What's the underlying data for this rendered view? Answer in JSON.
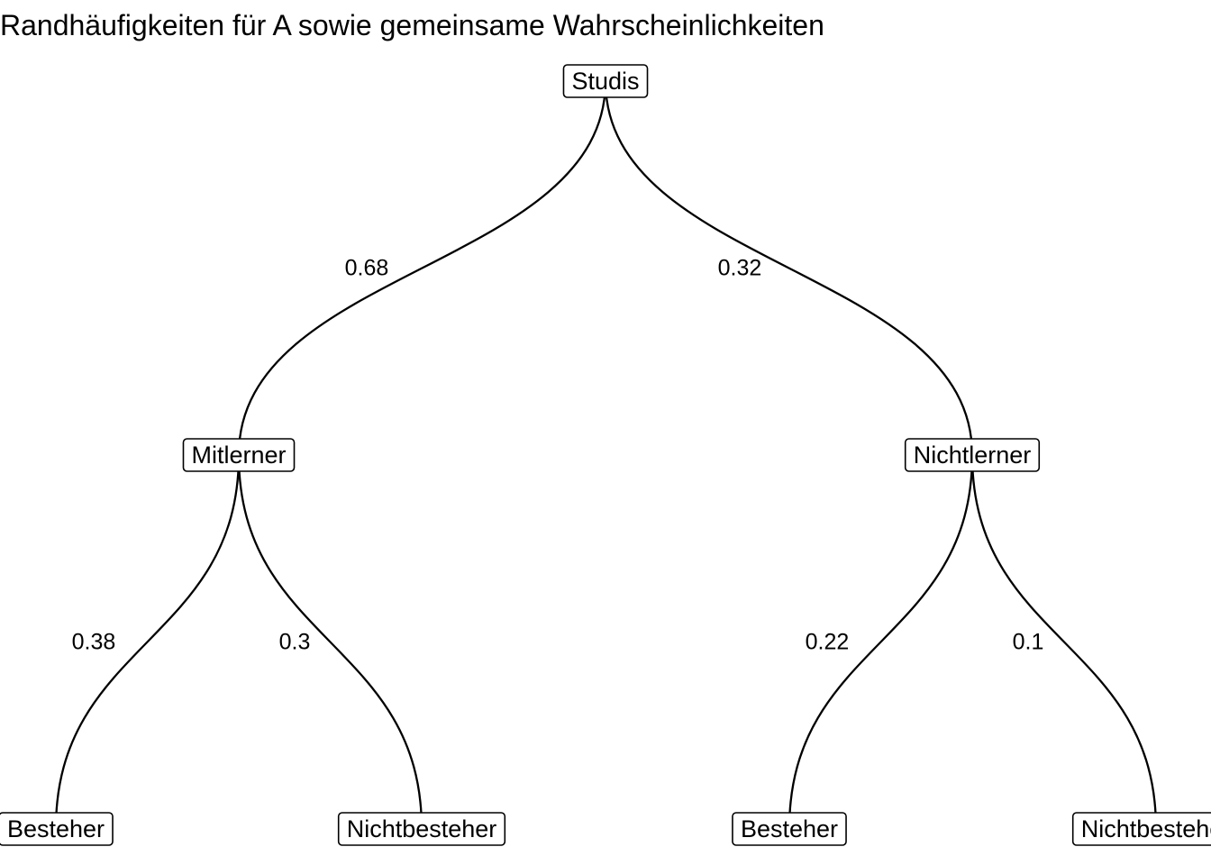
{
  "title": "Randhäufigkeiten für A sowie gemeinsame Wahrscheinlichkeiten",
  "tree": {
    "root": {
      "label": "Studis",
      "children": [
        {
          "label": "Mitlerner",
          "probability": "0.68",
          "children": [
            {
              "label": "Besteher",
              "probability": "0.38"
            },
            {
              "label": "Nichtbesteher",
              "probability": "0.3"
            }
          ]
        },
        {
          "label": "Nichtlerner",
          "probability": "0.32",
          "children": [
            {
              "label": "Besteher",
              "probability": "0.22"
            },
            {
              "label": "Nichtbesteher",
              "probability": "0.1"
            }
          ]
        }
      ]
    }
  }
}
